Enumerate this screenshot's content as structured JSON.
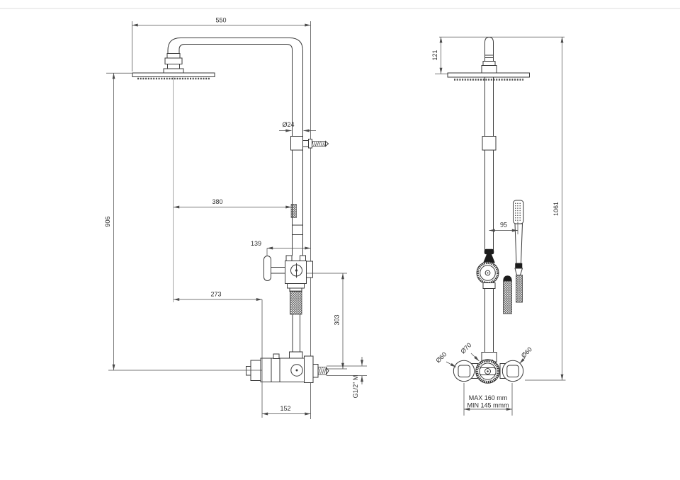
{
  "page": {
    "title": "Shower column technical drawing"
  },
  "colors": {
    "background": "#ffffff",
    "part_line": "#3a3a3a",
    "dimension_line": "#4a4a4a",
    "text": "#2d2d2d",
    "page_border": "#dcdcdc"
  },
  "side_view": {
    "arm_length": "550",
    "riser_diameter": "Ø24",
    "overall_height": "906",
    "head_center_to_riser": "380",
    "lever_to_wall": "139",
    "head_center_to_mixer_front": "273",
    "diverter_to_mixer_center": "303",
    "mixer_depth": "152",
    "outlet_thread": "G1/2\" M"
  },
  "front_view": {
    "head_drop_height": "121",
    "total_height": "1061",
    "handshower_offset": "95",
    "left_knob_diameter": "Ø60",
    "center_body_diameter": "Ø70",
    "right_knob_diameter": "Ø60",
    "connection_max": "MAX 160 mm",
    "connection_min": "MIN 145 mmm"
  }
}
